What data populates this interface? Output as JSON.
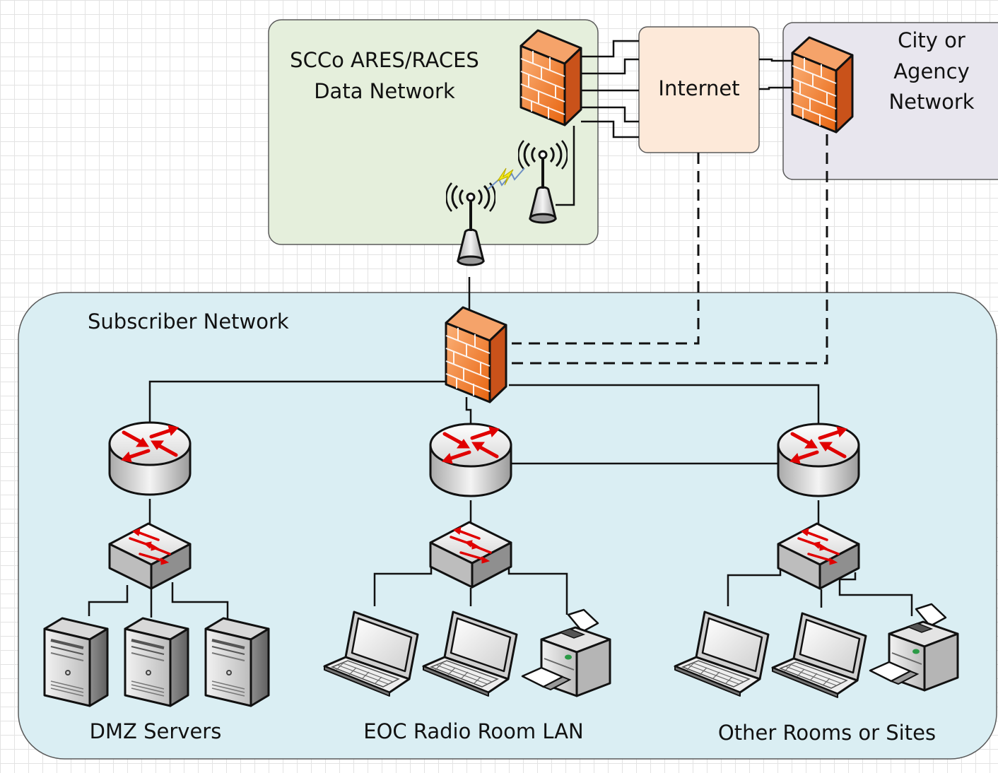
{
  "groups": {
    "data_network": {
      "line1": "SCCo ARES/RACES",
      "line2": "Data Network"
    },
    "internet": {
      "label": "Internet"
    },
    "agency": {
      "line1": "City or",
      "line2": "Agency",
      "line3": "Network"
    },
    "subscriber": {
      "label": "Subscriber Network"
    }
  },
  "sites": {
    "dmz": {
      "label": "DMZ Servers"
    },
    "eoc": {
      "label": "EOC Radio Room LAN"
    },
    "other": {
      "label": "Other Rooms or Sites"
    }
  },
  "icons": {
    "firewall": "firewall-icon",
    "router": "router-icon",
    "switch": "switch-icon",
    "server": "server-icon",
    "laptop": "laptop-icon",
    "printer": "printer-icon",
    "radio": "radio-antenna-icon",
    "wireless_link": "lightning-link-icon"
  },
  "colors": {
    "data_network_fill": "#e5efdc",
    "internet_fill": "#fde9d9",
    "agency_fill": "#e8e6ee",
    "subscriber_fill": "#daeef3",
    "firewall": "#f47a2b",
    "router_arrow": "#e00000"
  }
}
